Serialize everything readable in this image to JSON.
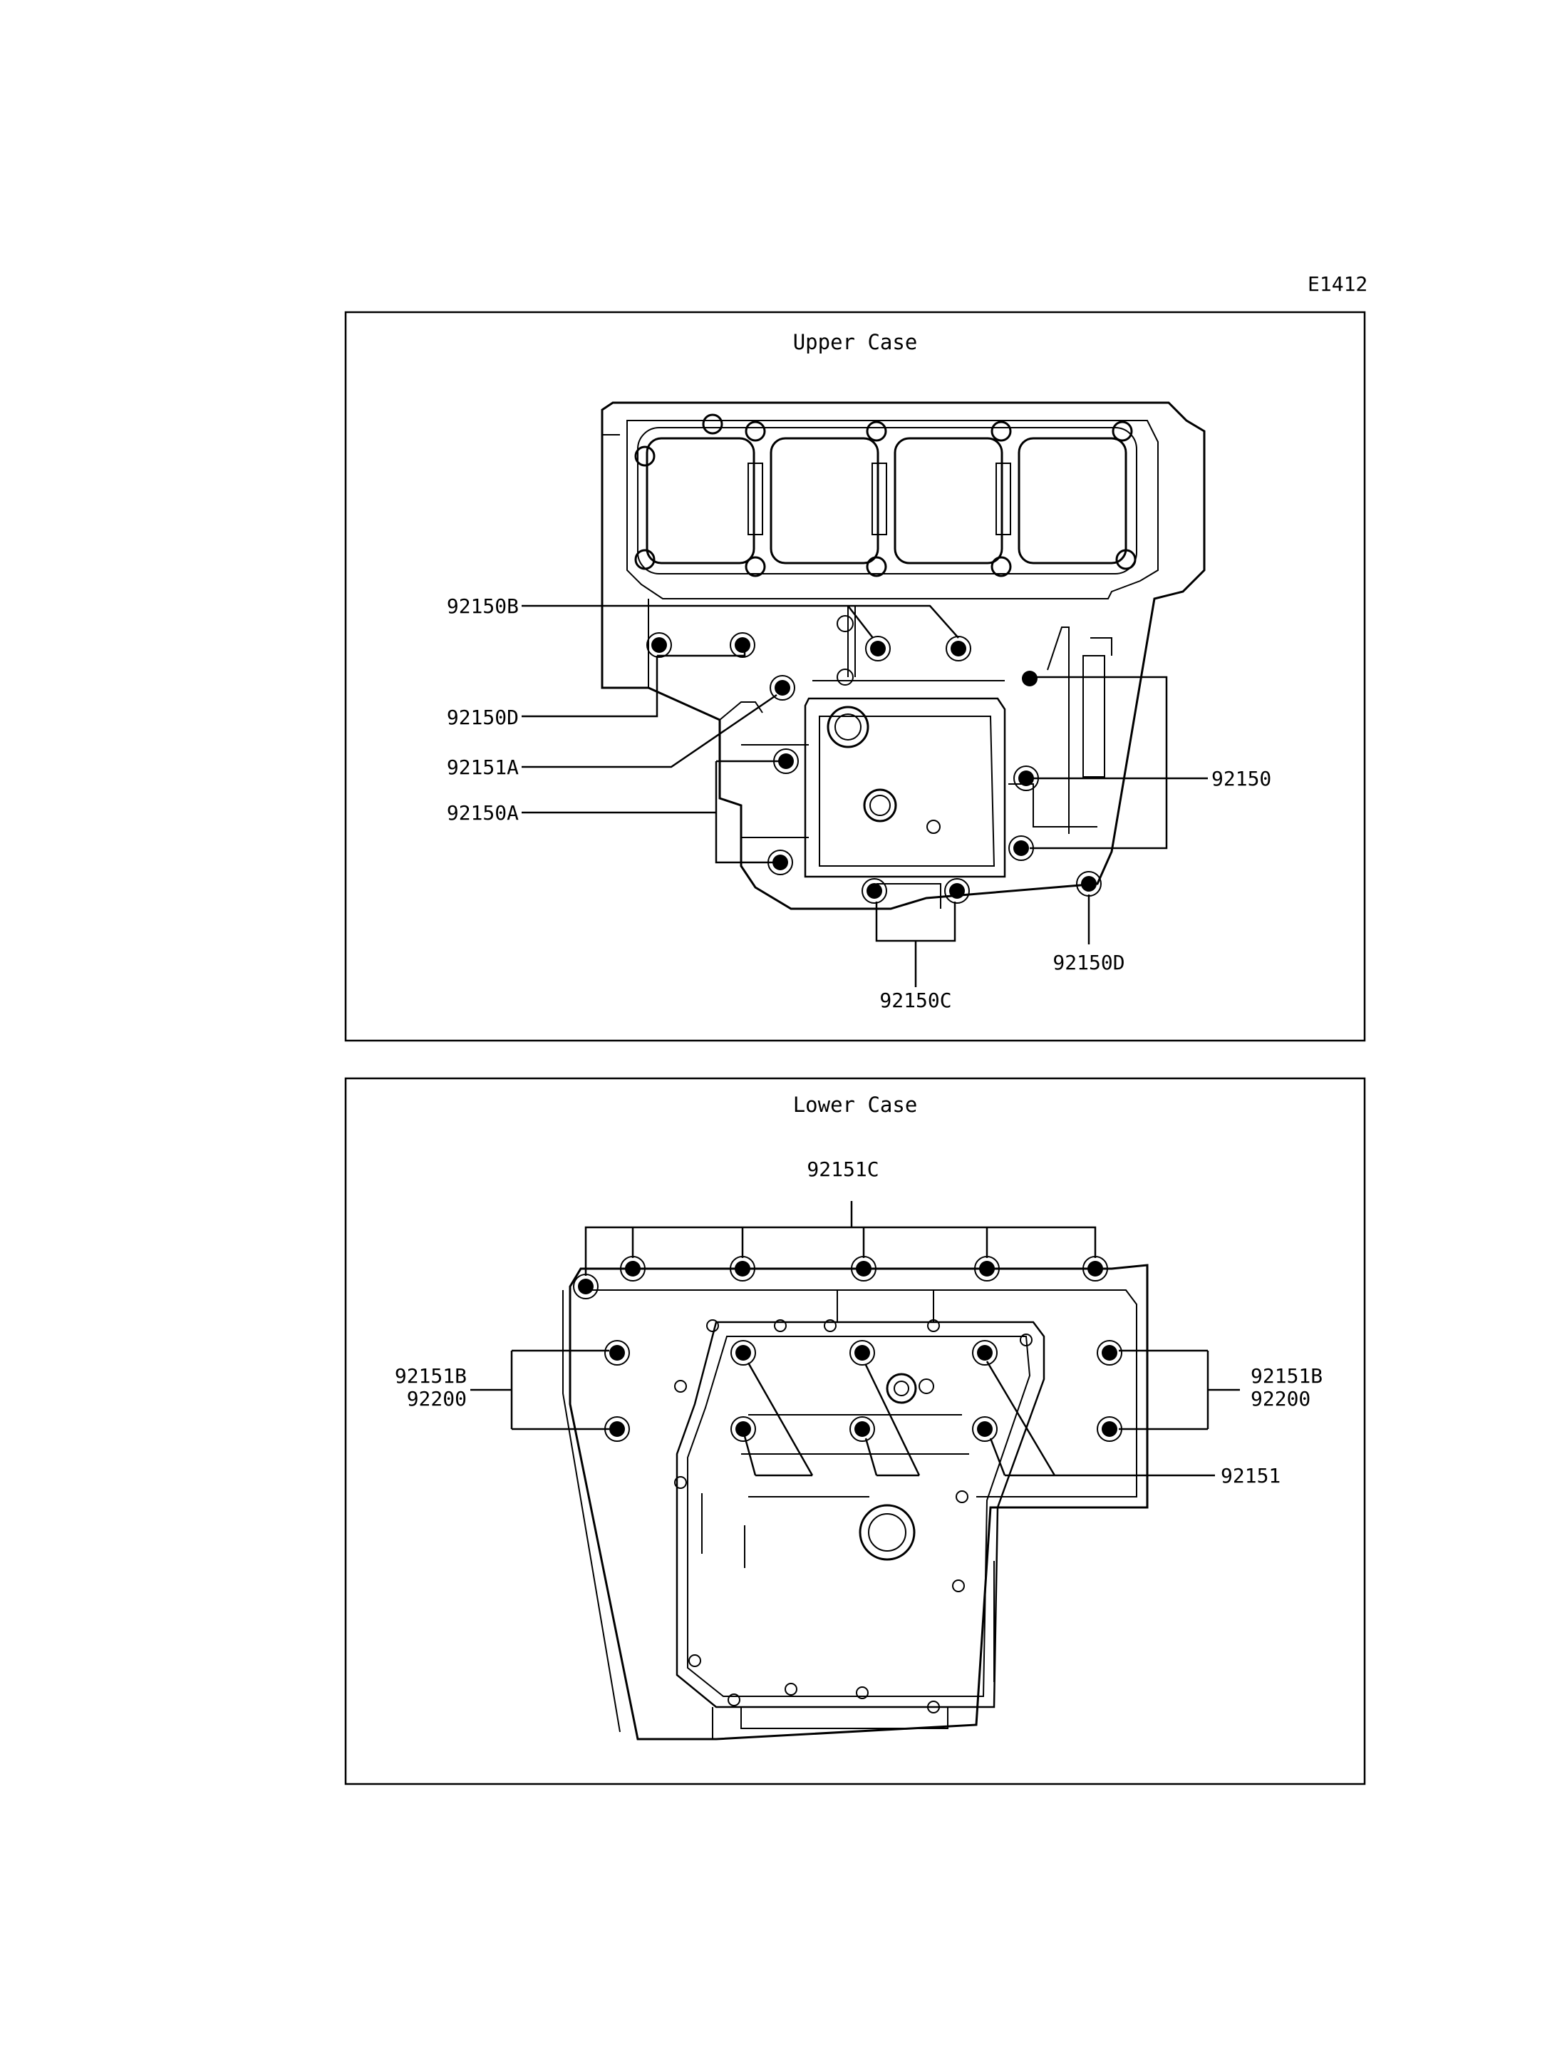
{
  "diagram_id": "E1412",
  "upper_case": {
    "title": "Upper Case",
    "labels": {
      "b": "92150B",
      "d_left": "92150D",
      "a1": "92151A",
      "a0": "92150A",
      "plain": "92150",
      "d_bottom": "92150D",
      "c": "92150C"
    }
  },
  "lower_case": {
    "title": "Lower Case",
    "labels": {
      "c_top": "92151C",
      "b_left_1": "92151B",
      "b_left_2": "92200",
      "b_right_1": "92151B",
      "b_right_2": "92200",
      "plain": "92151"
    }
  },
  "colors": {
    "line": "#000000",
    "background": "#ffffff"
  }
}
